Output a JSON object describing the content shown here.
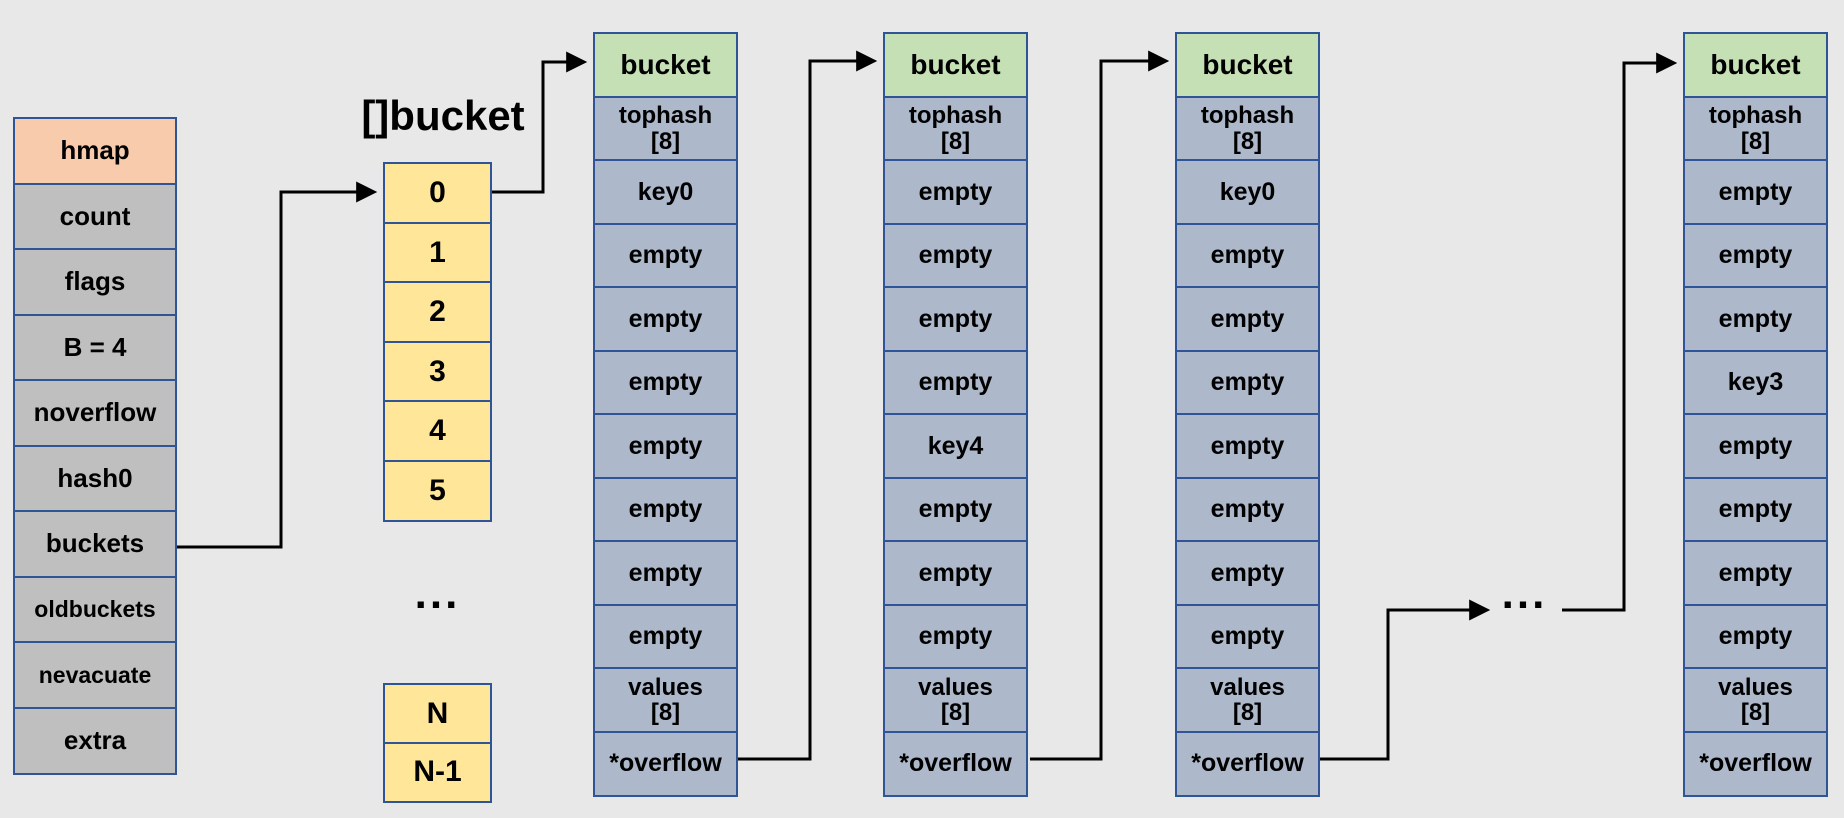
{
  "colors": {
    "background": "#E8E8E8",
    "hmap_header_fill": "#F8CBAD",
    "hmap_field_fill": "#BFBFBF",
    "array_cell_fill": "#FFE699",
    "bucket_header_fill": "#C5E0B4",
    "bucket_cell_fill": "#ADB9CA",
    "cell_border": "#2F5597",
    "arrow": "#000000",
    "text": "#000000"
  },
  "hmap_struct": {
    "header": "hmap",
    "fields": [
      "count",
      "flags",
      "B = 4",
      "noverflow",
      "hash0",
      "buckets",
      "oldbuckets",
      "nevacuate",
      "extra"
    ]
  },
  "bucket_array": {
    "label": "[]bucket",
    "indices": [
      "0",
      "1",
      "2",
      "3",
      "4",
      "5"
    ],
    "ellipsis": "...",
    "tail": [
      "N",
      "N-1"
    ]
  },
  "overflow_chain_ellipsis": "...",
  "buckets": [
    {
      "header": "bucket",
      "tophash_line1": "tophash",
      "tophash_line2": "[8]",
      "slots": [
        "key0",
        "empty",
        "empty",
        "empty",
        "empty",
        "empty",
        "empty",
        "empty"
      ],
      "values_line1": "values",
      "values_line2": "[8]",
      "overflow": "*overflow"
    },
    {
      "header": "bucket",
      "tophash_line1": "tophash",
      "tophash_line2": "[8]",
      "slots": [
        "empty",
        "empty",
        "empty",
        "empty",
        "key4",
        "empty",
        "empty",
        "empty"
      ],
      "values_line1": "values",
      "values_line2": "[8]",
      "overflow": "*overflow"
    },
    {
      "header": "bucket",
      "tophash_line1": "tophash",
      "tophash_line2": "[8]",
      "slots": [
        "key0",
        "empty",
        "empty",
        "empty",
        "empty",
        "empty",
        "empty",
        "empty"
      ],
      "values_line1": "values",
      "values_line2": "[8]",
      "overflow": "*overflow"
    },
    {
      "header": "bucket",
      "tophash_line1": "tophash",
      "tophash_line2": "[8]",
      "slots": [
        "empty",
        "empty",
        "empty",
        "key3",
        "empty",
        "empty",
        "empty",
        "empty"
      ],
      "values_line1": "values",
      "values_line2": "[8]",
      "overflow": "*overflow"
    }
  ]
}
